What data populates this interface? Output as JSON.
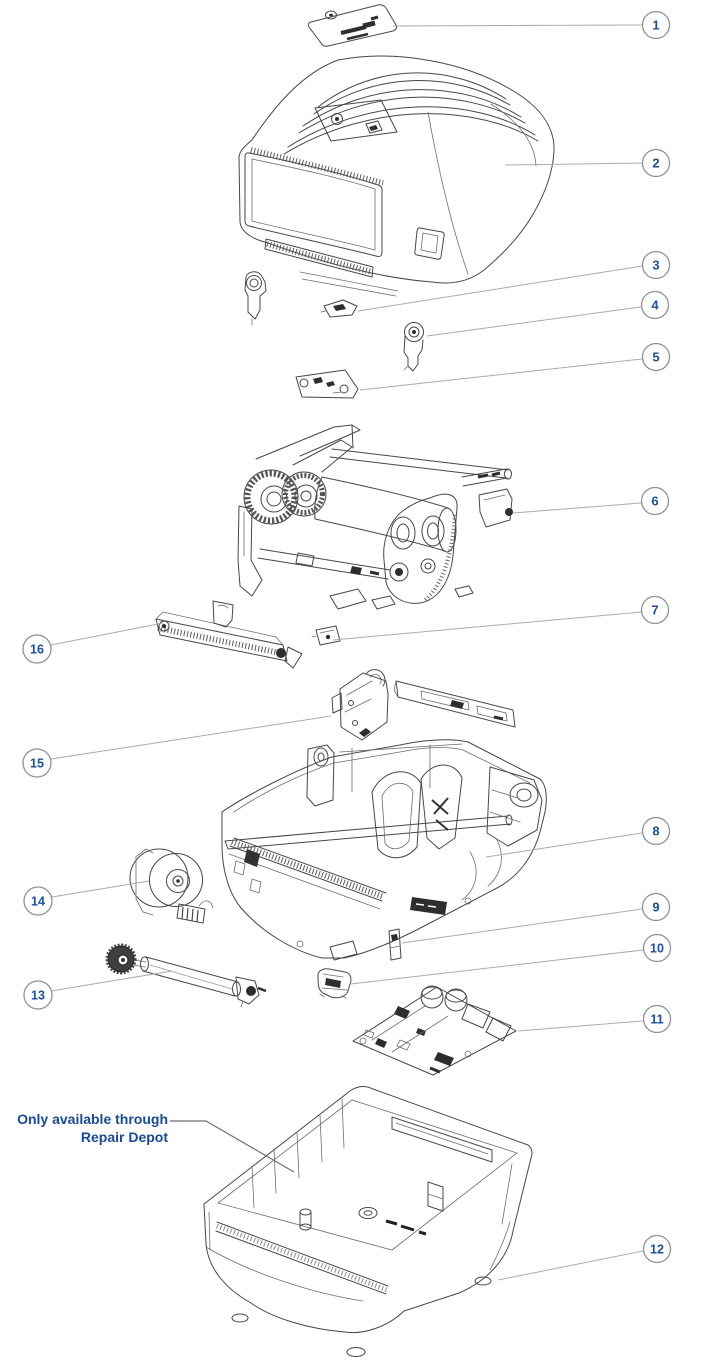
{
  "figure": {
    "background": "#ffffff",
    "linework_color": "#474747",
    "leader_color": "#a8acb2",
    "callout_circle_stroke": "#8d9299",
    "callout_number_color": "#1c4f9e",
    "annotation_color": "#174a9b"
  },
  "annotation": {
    "line1": "Only available through",
    "line2": "Repair Depot"
  },
  "callouts": [
    {
      "label": "1"
    },
    {
      "label": "2"
    },
    {
      "label": "3"
    },
    {
      "label": "4"
    },
    {
      "label": "5"
    },
    {
      "label": "6"
    },
    {
      "label": "7"
    },
    {
      "label": "8"
    },
    {
      "label": "9"
    },
    {
      "label": "10"
    },
    {
      "label": "11"
    },
    {
      "label": "12"
    },
    {
      "label": "13"
    },
    {
      "label": "14"
    },
    {
      "label": "15"
    },
    {
      "label": "16"
    }
  ]
}
